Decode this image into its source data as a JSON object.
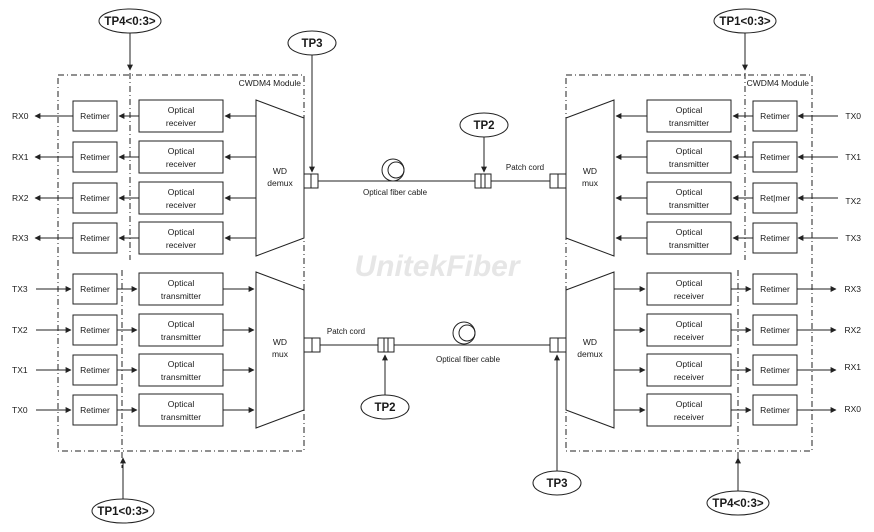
{
  "colors": {
    "line": "#222222",
    "watermark": "#e6e6e6",
    "background": "#ffffff"
  },
  "watermark": "UnitekFiber",
  "modules": {
    "left_title": "CWDM4 Module",
    "right_title": "CWDM4 Module"
  },
  "left_module": {
    "rx_lanes": [
      "RX0",
      "RX1",
      "RX2",
      "RX3"
    ],
    "tx_lanes": [
      "TX3",
      "TX2",
      "TX1",
      "TX0"
    ],
    "retimer": "Retimer",
    "receiver": [
      "Optical",
      "receiver"
    ],
    "transmitter": [
      "Optical",
      "transmitter"
    ],
    "demux": [
      "WD",
      "demux"
    ],
    "mux": [
      "WD",
      "mux"
    ]
  },
  "right_module": {
    "tx_lanes": [
      "TX0",
      "TX1",
      "TX2",
      "TX3"
    ],
    "rx_lanes": [
      "RX3",
      "RX2",
      "RX1",
      "RX0"
    ],
    "retimer": "Retimer",
    "retimer_alt": "Ret|mer",
    "transmitter": [
      "Optical",
      "transmitter"
    ],
    "receiver": [
      "Optical",
      "receiver"
    ],
    "mux": [
      "WD",
      "mux"
    ],
    "demux": [
      "WD",
      "demux"
    ]
  },
  "test_points": {
    "tp4_left": "TP4<0:3>",
    "tp1_right": "TP1<0:3>",
    "tp3_top": "TP3",
    "tp2_top": "TP2",
    "tp1_left": "TP1<0:3>",
    "tp2_bottom": "TP2",
    "tp3_bottom": "TP3",
    "tp4_right": "TP4<0:3>"
  },
  "links": {
    "fiber_top": "Optical fiber cable",
    "patch_top": "Patch cord",
    "patch_bottom": "Patch cord",
    "fiber_bottom": "Optical fiber cable"
  }
}
